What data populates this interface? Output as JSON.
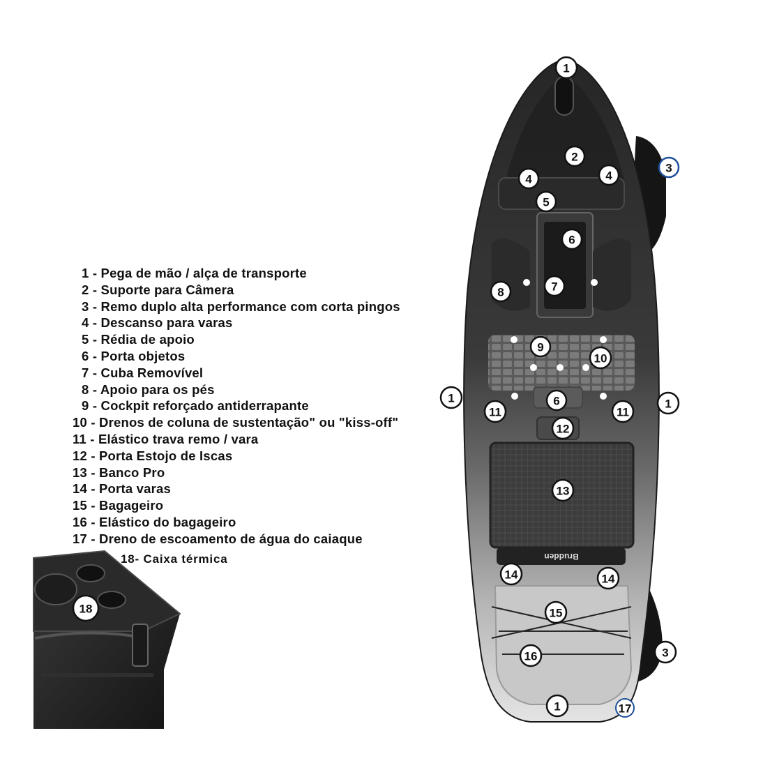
{
  "legend": {
    "items": [
      "1 - Pega de mão / alça de transporte",
      "2 - Suporte para Câmera",
      "3 - Remo duplo alta performance com corta pingos",
      "4 - Descanso para varas",
      "5 - Rédia de apoio",
      "6 -  Porta objetos",
      "7 - Cuba Removível",
      "8 - Apoio para os pés",
      "9 - Cockpit reforçado antiderrapante",
      "10 - Drenos de coluna de sustentação\" ou \"kiss-off\"",
      "11 - Elástico trava remo / vara",
      "12 - Porta Estojo de Iscas",
      "13 - Banco Pro",
      "14 - Porta varas",
      "15 - Bagageiro",
      "16 - Elástico do bagageiro",
      "17 - Dreno de escoamento de água do caiaque"
    ],
    "cooler": "18- Caixa térmica"
  },
  "markers": {
    "m1": "1",
    "m2": "2",
    "m3": "3",
    "m4": "4",
    "m5": "5",
    "m6": "6",
    "m7": "7",
    "m8": "8",
    "m9": "9",
    "m10": "10",
    "m11": "11",
    "m12": "12",
    "m13": "13",
    "m14": "14",
    "m15": "15",
    "m16": "16",
    "m17": "17",
    "m18": "18"
  },
  "seat_brand": "Brudden",
  "colors": {
    "hull_dark": "#2e2e2e",
    "hull_light": "#d9d9d9",
    "marker_fill": "#ffffff",
    "marker_stroke": "#111111",
    "marker_blue": "#1f4f9a"
  }
}
